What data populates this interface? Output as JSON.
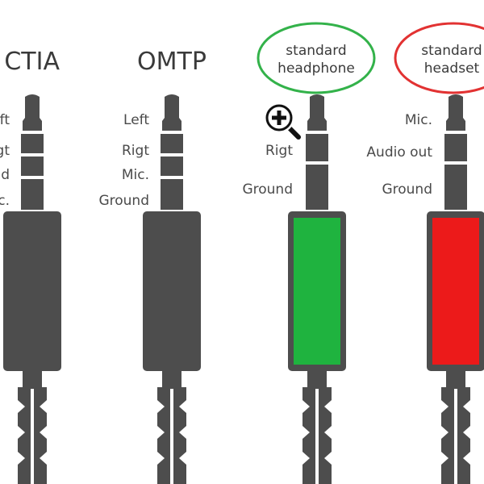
{
  "colors": {
    "plug": "#4d4d4d",
    "headphone_fill": "#1fb33f",
    "headset_fill": "#ec1a1a",
    "headphone_oval": "#33b24a",
    "headset_oval": "#e23232",
    "text": "#444444"
  },
  "jacks": {
    "ctia": {
      "title": "CTIA",
      "labels": {
        "left": "Left",
        "right": "Rigt",
        "ground": "Ground",
        "mic": "Mic."
      }
    },
    "omtp": {
      "title": "OMTP",
      "labels": {
        "left": "Left",
        "right": "Rigt",
        "mic": "Mic.",
        "ground": "Ground"
      }
    },
    "headphone": {
      "title_line1": "standard",
      "title_line2": "headphone",
      "labels": {
        "right": "Rigt",
        "ground": "Ground"
      }
    },
    "headset": {
      "title_line1": "standard",
      "title_line2": "headset",
      "labels": {
        "mic": "Mic.",
        "audio_out": "Audio out",
        "ground": "Ground"
      }
    }
  },
  "zoom_icon": "magnifier-plus-icon"
}
